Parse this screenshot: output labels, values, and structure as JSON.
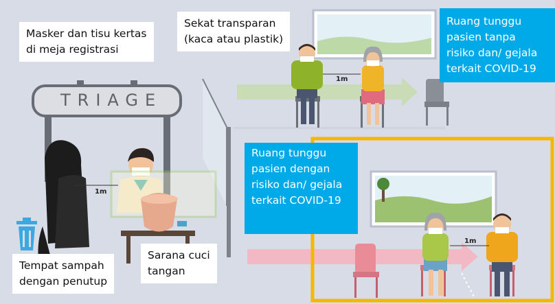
{
  "triage_sign": "TRIAGE",
  "labels": {
    "mask_tissue": [
      "Masker dan tisu kertas",
      "di meja registrasi"
    ],
    "partition": [
      "Sekat transparan",
      "(kaca atau plastik)"
    ],
    "no_risk_room": [
      "Ruang tunggu",
      "pasien tanpa",
      "risiko dan/ gejala",
      "terkait COVID-19"
    ],
    "risk_room": [
      "Ruang tunggu",
      "pasien dengan",
      "risiko dan/ gejala",
      "terkait COVID-19"
    ],
    "trash": [
      "Tempat sampah",
      "dengan penutup"
    ],
    "handwash": [
      "Sarana cuci",
      "tangan"
    ]
  },
  "distances": {
    "registration": "1m",
    "top_room": "1m",
    "bottom_room": "1m"
  },
  "colors": {
    "background": "#d8dce6",
    "info_blue": "#00a9e7",
    "risk_frame": "#f5b800",
    "top_arrow": "#c9dcb5",
    "bottom_arrow": "#f2b9c4",
    "partition_frame": "#9acd5a"
  },
  "icons": {
    "trash": "trash-bin-icon",
    "arrow": "arrow-right-icon"
  }
}
